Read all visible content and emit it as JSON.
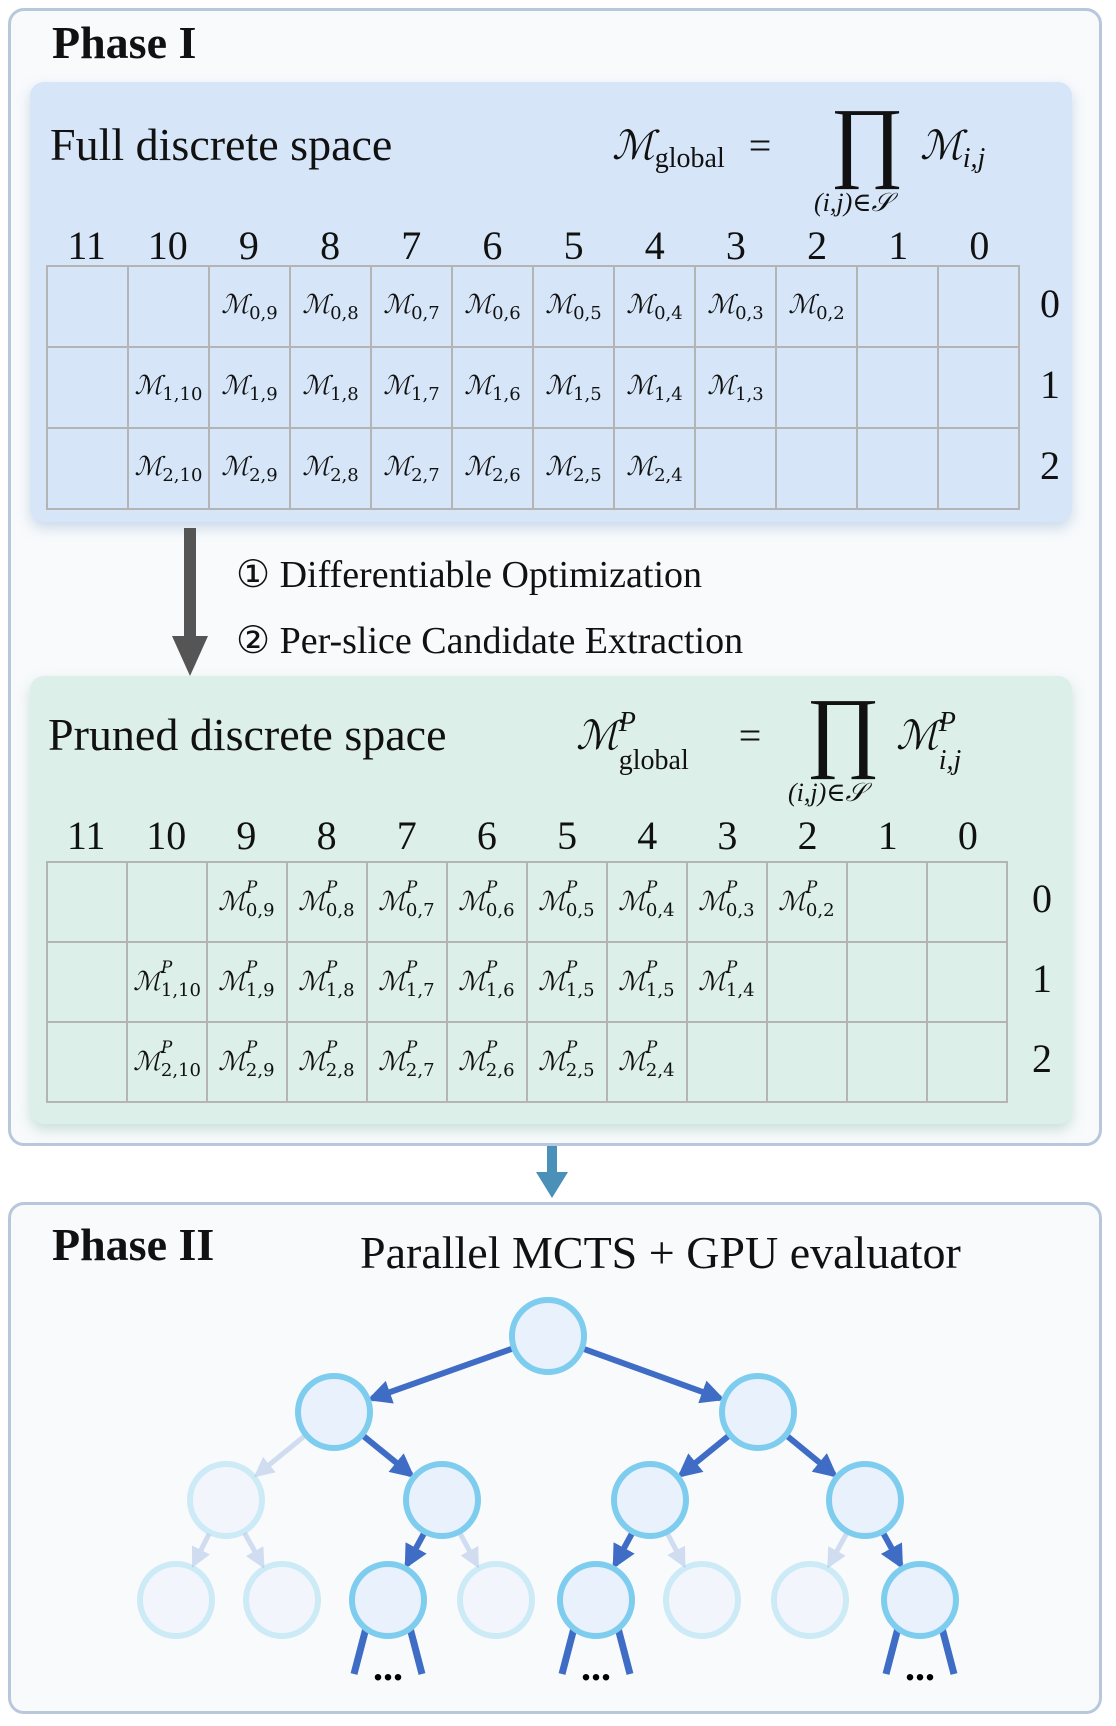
{
  "phase1": {
    "title": "Phase I",
    "full_space": {
      "title": "Full discrete space",
      "formula": {
        "lhs_symbol": "ℳ",
        "lhs_sub": "global",
        "equals": "=",
        "prod": "∏",
        "prod_sub": "(i,j)∈𝒮",
        "rhs_symbol": "ℳ",
        "rhs_sub": "i,j"
      },
      "columns": [
        "11",
        "10",
        "9",
        "8",
        "7",
        "6",
        "5",
        "4",
        "3",
        "2",
        "1",
        "0"
      ],
      "rows": [
        "0",
        "1",
        "2"
      ],
      "cells": [
        [
          "",
          "",
          "0,9",
          "0,8",
          "0,7",
          "0,6",
          "0,5",
          "0,4",
          "0,3",
          "0,2",
          "",
          ""
        ],
        [
          "",
          "1,10",
          "1,9",
          "1,8",
          "1,7",
          "1,6",
          "1,5",
          "1,4",
          "1,3",
          "",
          "",
          ""
        ],
        [
          "",
          "2,10",
          "2,9",
          "2,8",
          "2,7",
          "2,6",
          "2,5",
          "2,4",
          "",
          "",
          "",
          ""
        ]
      ]
    },
    "steps": [
      "① Differentiable Optimization",
      "② Per-slice Candidate Extraction"
    ],
    "pruned_space": {
      "title": "Pruned discrete space",
      "formula": {
        "lhs_symbol": "ℳ",
        "lhs_sub": "global",
        "lhs_sup": "P",
        "equals": "=",
        "prod": "∏",
        "prod_sub": "(i,j)∈𝒮",
        "rhs_symbol": "ℳ",
        "rhs_sub": "i,j",
        "rhs_sup": "P"
      },
      "columns": [
        "11",
        "10",
        "9",
        "8",
        "7",
        "6",
        "5",
        "4",
        "3",
        "2",
        "1",
        "0"
      ],
      "rows": [
        "0",
        "1",
        "2"
      ],
      "cell_sup": "P",
      "cells": [
        [
          "",
          "",
          "0,9",
          "0,8",
          "0,7",
          "0,6",
          "0,5",
          "0,4",
          "0,3",
          "0,2",
          "",
          ""
        ],
        [
          "",
          "1,10",
          "1,9",
          "1,8",
          "1,7",
          "1,6",
          "1,5",
          "1,5",
          "1,4",
          "",
          "",
          ""
        ],
        [
          "",
          "2,10",
          "2,9",
          "2,8",
          "2,7",
          "2,6",
          "2,5",
          "2,4",
          "",
          "",
          "",
          ""
        ]
      ]
    }
  },
  "phase2": {
    "title": "Phase II",
    "subtitle": "Parallel MCTS + GPU evaluator",
    "ellipsis": "...",
    "colors": {
      "node_fill": "#e8f1fc",
      "node_stroke": "#7fcdee",
      "edge": "#3f6cc4",
      "faded": "#d0dcef"
    }
  },
  "colors": {
    "panel_border": "#b8c8dc",
    "full_bg": "#d6e6f8",
    "pruned_bg": "#dcefe8",
    "arrow": "#555555",
    "arrow2": "#4a90b8"
  }
}
